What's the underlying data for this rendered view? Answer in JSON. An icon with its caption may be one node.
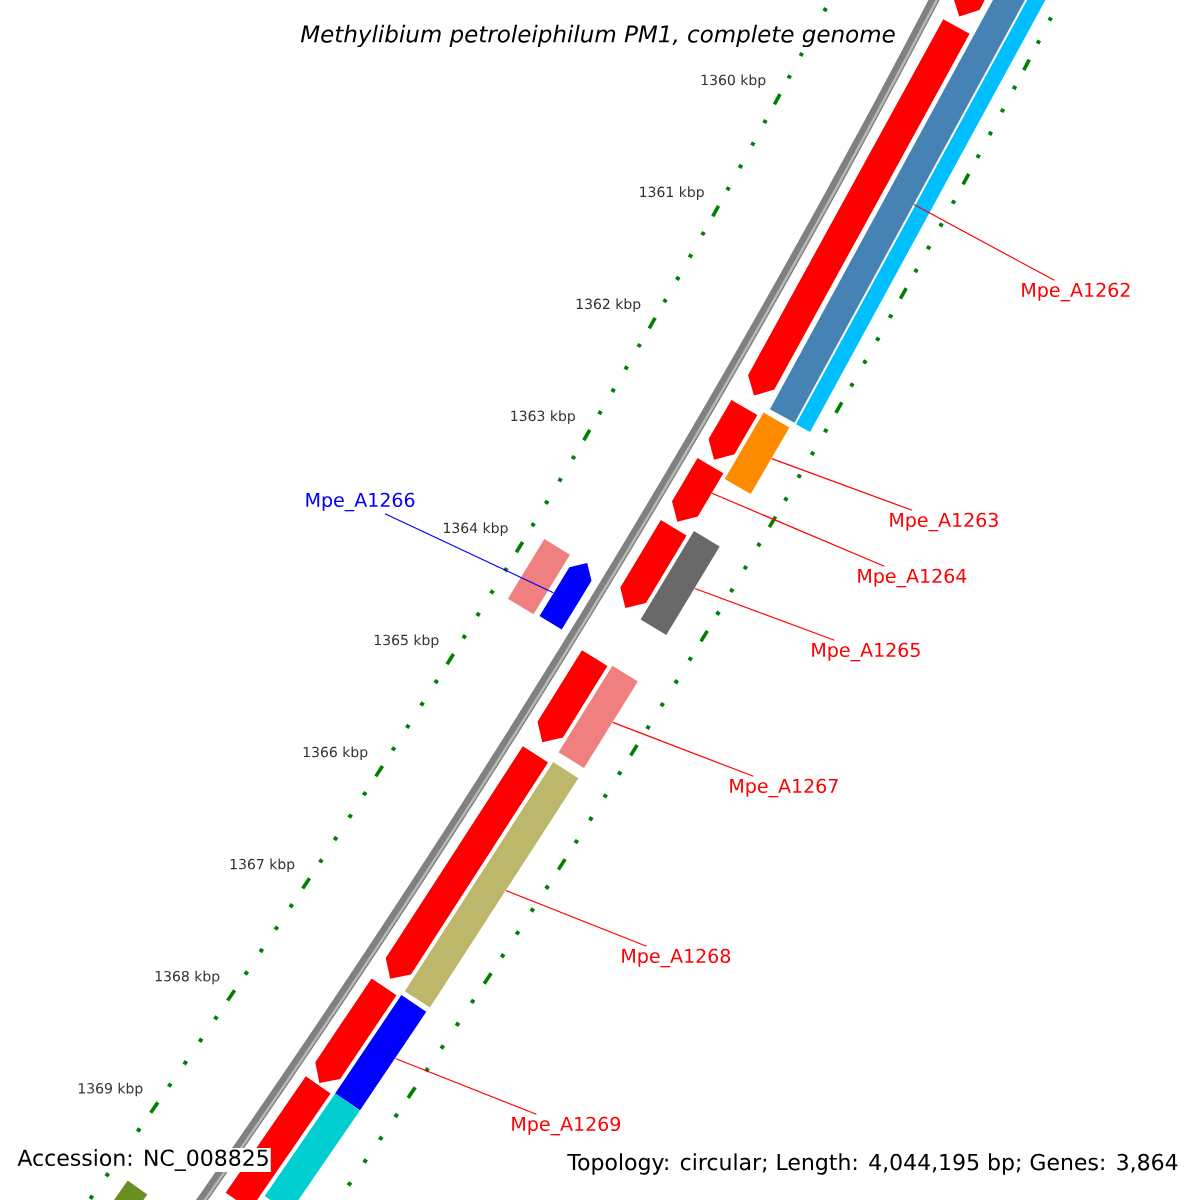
{
  "diagram": {
    "title": "Methylibium petroleiphilum PM1, complete genome",
    "nodes": [
      {
        "text": [
          "Mpe_A1262"
        ]
      },
      {
        "text": [
          "Mpe_A1266"
        ]
      },
      {
        "text": [
          "Mpe_A1263"
        ]
      },
      {
        "text": [
          "Mpe_A1264"
        ]
      },
      {
        "text": [
          "Mpe_A1265"
        ]
      },
      {
        "text": [
          "Mpe_A1267"
        ]
      },
      {
        "text": [
          "Mpe_A1268"
        ]
      },
      {
        "text": [
          "Mpe_A1269"
        ]
      },
      {
        "text": [],
        "shape": "arrow"
      },
      {
        "text": [],
        "shape": "bar"
      },
      {
        "text": [],
        "shape": "bar"
      },
      {
        "text": [],
        "shape": "arrow"
      },
      {
        "text": [],
        "shape": "arrow"
      },
      {
        "text": [],
        "shape": "bar"
      },
      {
        "text": [],
        "shape": "arrow"
      },
      {
        "text": [],
        "shape": "arrow"
      },
      {
        "text": [],
        "shape": "bar"
      },
      {
        "text": [],
        "shape": "bar"
      },
      {
        "text": [],
        "shape": "arrow"
      },
      {
        "text": [],
        "shape": "arrow"
      },
      {
        "text": [],
        "shape": "bar"
      },
      {
        "text": [],
        "shape": "arrow"
      },
      {
        "text": [],
        "shape": "bar"
      },
      {
        "text": [],
        "shape": "arrow"
      },
      {
        "text": [],
        "shape": "bar"
      },
      {
        "text": [],
        "shape": "bar"
      },
      {
        "text": [],
        "shape": "bar"
      },
      {
        "text": [],
        "shape": "bar"
      }
    ],
    "edges": [
      {
        "from": 0,
        "to": 9,
        "arrow": "none"
      },
      {
        "from": 2,
        "to": 13,
        "arrow": "none"
      },
      {
        "from": 3,
        "to": 14,
        "arrow": "none"
      },
      {
        "from": 4,
        "to": 16,
        "arrow": "none"
      },
      {
        "from": 1,
        "to": 18,
        "arrow": "none",
        "color": "#0000ff"
      },
      {
        "from": 5,
        "to": 20,
        "arrow": "none"
      },
      {
        "from": 6,
        "to": 22,
        "arrow": "none"
      },
      {
        "from": 7,
        "to": 24,
        "arrow": "none"
      }
    ],
    "labels": [
      "1360 kbp",
      "1361 kbp",
      "1362 kbp",
      "1363 kbp",
      "1364 kbp",
      "1365 kbp",
      "1366 kbp",
      "1367 kbp",
      "1368 kbp",
      "1369 kbp",
      "Accession: NC_008825",
      "Topology: circular; Length: 4,044,195 bp; Genes: 3,864"
    ]
  }
}
